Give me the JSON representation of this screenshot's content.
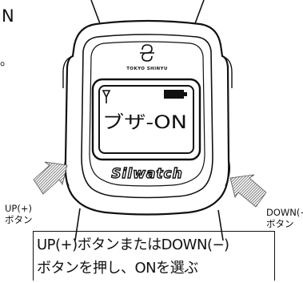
{
  "fragment_top": "N",
  "fragment_dot": "。",
  "watch": {
    "logo_text": "TOKYO SHINYU",
    "screen_text": "ブザ-ON",
    "brand": "Silwatch"
  },
  "labels": {
    "up": [
      "UP(+)",
      "ボタン"
    ],
    "down": [
      "DOWN(−)",
      "ボタン"
    ]
  },
  "caption": [
    "UP(+)ボタンまたはDOWN(−)",
    "ボタンを押し、ONを選ぶ"
  ]
}
